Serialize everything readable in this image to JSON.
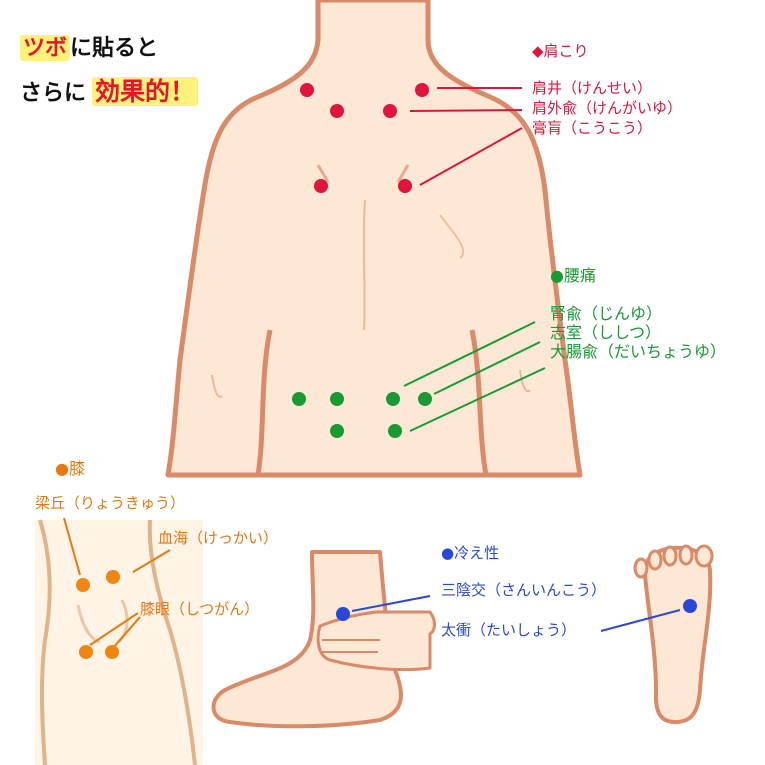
{
  "catch_copy": {
    "line1_highlight": "ツボ",
    "line1_rest": "に貼ると",
    "line2_pre": "さらに",
    "line2_highlight": "効果的！"
  },
  "groups": {
    "shoulder": {
      "heading": "◆肩こり",
      "color": "#e0143c",
      "points": [
        "肩井（けんせい）",
        "肩外兪（けんがいゆ）",
        "膏肓（こうこう）"
      ]
    },
    "lower_back": {
      "heading": "●腰痛",
      "color": "#1a9a34",
      "points": [
        "腎兪（じんゆ）",
        "志室（ししつ）",
        "大腸兪（だいちょうゆ）"
      ]
    },
    "knee": {
      "heading": "●膝",
      "color": "#e8780e",
      "points": [
        "梁丘（りょうきゅう）",
        "血海（けっかい）",
        "膝眼（しつがん）"
      ]
    },
    "cold": {
      "heading": "●冷え性",
      "color": "#2a48d8",
      "points": [
        "三陰交（さんいんこう）",
        "太衝（たいしょう）"
      ]
    }
  },
  "colors": {
    "skin": "#fde8d6",
    "outline": "#d98a68"
  }
}
